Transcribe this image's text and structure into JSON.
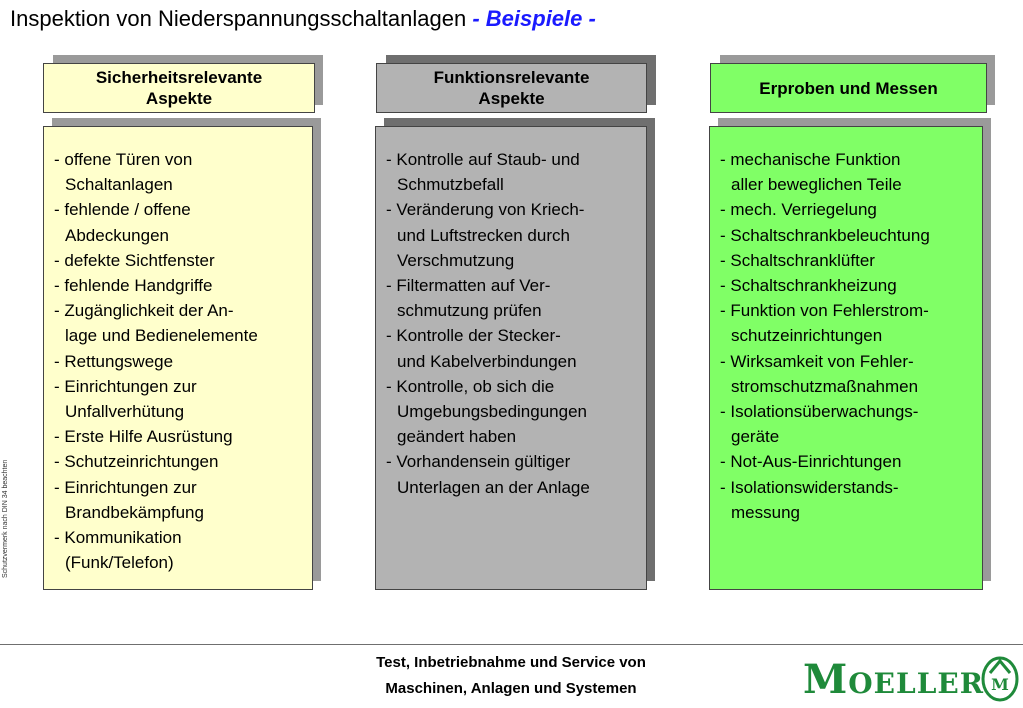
{
  "title": {
    "main": "Inspektion von Niederspannungsschaltanlagen",
    "sub": "- Beispiele -"
  },
  "side_note": "Schutzvermerk nach DIN 34 beachten",
  "columns": [
    {
      "heading": [
        "Sicherheitsrelevante",
        "Aspekte"
      ],
      "items": [
        "- offene Türen von",
        "Schaltanlagen",
        "- fehlende / offene",
        "Abdeckungen",
        "- defekte Sichtfenster",
        "- fehlende Handgriffe",
        "- Zugänglichkeit der An-",
        "lage und Bedienelemente",
        "- Rettungswege",
        "- Einrichtungen zur",
        "Unfallverhütung",
        "- Erste Hilfe Ausrüstung",
        "- Schutzeinrichtungen",
        "- Einrichtungen zur",
        "Brandbekämpfung",
        "- Kommunikation",
        "(Funk/Telefon)"
      ],
      "color": "#ffffcc"
    },
    {
      "heading": [
        "Funktionsrelevante",
        "Aspekte"
      ],
      "items": [
        "- Kontrolle auf Staub- und",
        "Schmutzbefall",
        "- Veränderung von Kriech-",
        "und Luftstrecken durch",
        "Verschmutzung",
        "- Filtermatten auf Ver-",
        "schmutzung prüfen",
        "- Kontrolle der Stecker-",
        "und Kabelverbindungen",
        "- Kontrolle, ob sich die",
        "Umgebungsbedingungen",
        "geändert haben",
        "- Vorhandensein gültiger",
        "Unterlagen an der Anlage"
      ],
      "color": "#b3b3b3"
    },
    {
      "heading": [
        "Erproben und Messen"
      ],
      "items": [
        "- mechanische Funktion",
        "aller beweglichen Teile",
        "- mech. Verriegelung",
        "- Schaltschrankbeleuchtung",
        "- Schaltschranklüfter",
        "- Schaltschrankheizung",
        "- Funktion von Fehlerstrom-",
        "schutzeinrichtungen",
        "- Wirksamkeit von Fehler-",
        "stromschutzmaßnahmen",
        "- Isolationsüberwachungs-",
        "geräte",
        "- Not-Aus-Einrichtungen",
        "- Isolationswiderstands-",
        "messung"
      ],
      "color": "#80ff66"
    }
  ],
  "footer": {
    "line1": "Test, Inbetriebnahme und Service von",
    "line2": "Maschinen, Anlagen und Systemen"
  },
  "logo": {
    "first": "M",
    "rest": "OELLER",
    "mark": "M"
  }
}
